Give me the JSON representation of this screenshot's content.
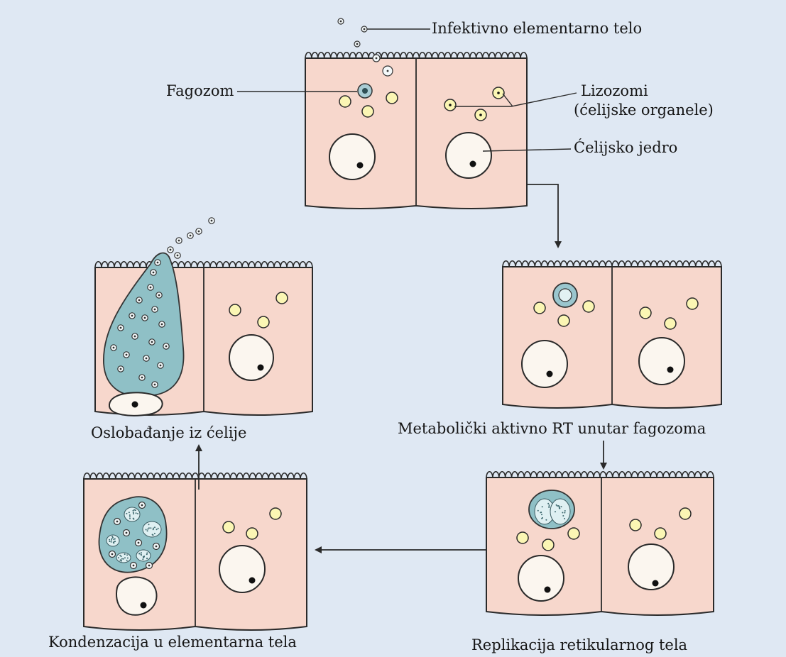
{
  "labels": {
    "infektivno": "Infektivno elementarno telo",
    "fagozom": "Fagozom",
    "lizozomi": "Lizozomi",
    "lizozomi_sub": "(ćelijske organele)",
    "jedro": "Ćelijsko jedro",
    "oslobadjanje": "Oslobađanje iz ćelije",
    "metabolicki": "Metabolički aktivno RT unutar fagozoma",
    "kondenzacija": "Kondenzacija u elementarna tela",
    "replikacija": "Replikacija retikularnog tela"
  },
  "colors": {
    "background": "#dfe8f3",
    "cell": "#f7d7cc",
    "outline": "#2a2a2a",
    "lysosome": "#fbf6b4",
    "vacuole": "#8fc0c6",
    "nucleus": "#fbf6ef"
  },
  "stages": [
    "infection",
    "metabolically-active-rt",
    "replication",
    "condensation",
    "release"
  ]
}
